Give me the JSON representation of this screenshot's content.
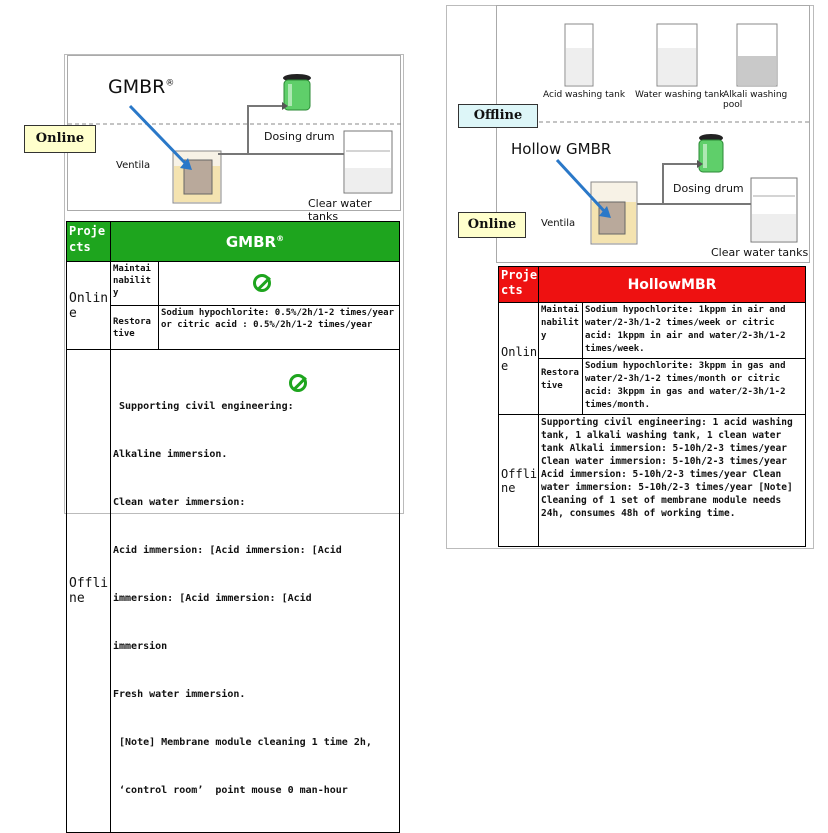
{
  "left": {
    "diagram": {
      "gmbr_label": "GMBR",
      "reg_mark": "®",
      "dosing_drum": "Dosing drum",
      "ventila": "Ventila",
      "clear_water_tanks": "Clear water tanks",
      "online_tag": "Online"
    },
    "table": {
      "projects_header": "Proje cts",
      "title": "GMBR",
      "title_reg": "®",
      "online_label": "Onlin e",
      "maintainability_label": "Maintai nabilit y",
      "restorative_label": "Restora tive",
      "restorative_value": "Sodium hypochlorite: 0.5%/2h/1-2 times/year or citric acid : 0.5%/2h/1-2 times/year",
      "offline_label": "Offli ne",
      "offline_lines": [
        " Supporting civil engineering:",
        "Alkaline immersion.",
        "Clean water immersion:",
        "Acid immersion: [Acid immersion: [Acid",
        "immersion: [Acid immersion: [Acid",
        "immersion",
        "Fresh water immersion.",
        " [Note] Membrane module cleaning 1 time 2h,",
        " ‘control room’  point mouse 0 man-hour"
      ]
    }
  },
  "right": {
    "diagram": {
      "acid_tank": "Acid washing tank",
      "water_tank": "Water washing tank",
      "alkali_pool": "Alkali washing pool",
      "offline_tag": "Offline",
      "hollow_gmbr": "Hollow GMBR",
      "dosing_drum": "Dosing drum",
      "online_tag": "Online",
      "ventila": "Ventila",
      "clear_water_tanks": "Clear water tanks"
    },
    "table": {
      "projects_header": "Proje cts",
      "title": "HollowMBR",
      "online_label": "Onlin e",
      "maintainability_label": "Maintai nabilit y",
      "maintainability_value": "Sodium hypochlorite: 1kppm in air and water/2-3h/1-2 times/week or citric acid: 1kppm in air and water/2-3h/1-2 times/week.",
      "restorative_label": "Restora tive",
      "restorative_value": "Sodium hypochlorite: 3kppm in gas and water/2-3h/1-2 times/month or citric acid: 3kppm in gas and water/2-3h/1-2 times/month.",
      "offline_label": "Offli ne",
      "offline_value": " Supporting civil engineering: 1 acid washing tank, 1 alkali washing tank, 1 clean water tank Alkali immersion: 5-10h/2-3 times/year Clean water immersion: 5-10h/2-3 times/year Acid immersion: 5-10h/2-3 times/year Clean water immersion: 5-10h/2-3 times/year [Note] Cleaning of 1 set of membrane module needs 24h, consumes 48h of working time."
    }
  },
  "colors": {
    "gmbr_header": "#1ea51e",
    "hollow_header": "#ee1111",
    "online_tag_bg": "#ffffcc",
    "offline_tag_bg": "#ddf6f8",
    "drum_green": "#5fcf6a"
  }
}
